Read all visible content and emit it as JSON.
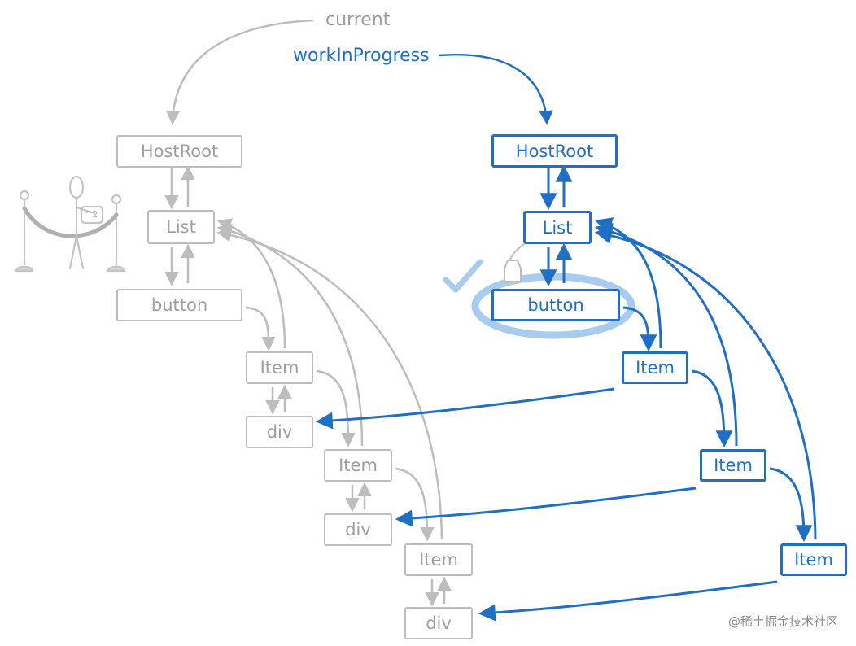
{
  "pointers": {
    "current": "current",
    "work_in_progress": "workInProgress"
  },
  "current_tree": {
    "root": "HostRoot",
    "list": "List",
    "button": "button",
    "items": [
      "Item",
      "Item",
      "Item"
    ],
    "divs": [
      "div",
      "div",
      "div"
    ]
  },
  "wip_tree": {
    "root": "HostRoot",
    "list": "List",
    "button": "button",
    "items": [
      "Item",
      "Item",
      "Item"
    ]
  },
  "tag_label": "^2",
  "watermark": "@稀土掘金技术社区",
  "colors": {
    "current_tree": "#bdbdbd",
    "current_text": "#9e9e9e",
    "wip_tree": "#1f6fc5",
    "highlight": "#a8ccef"
  }
}
